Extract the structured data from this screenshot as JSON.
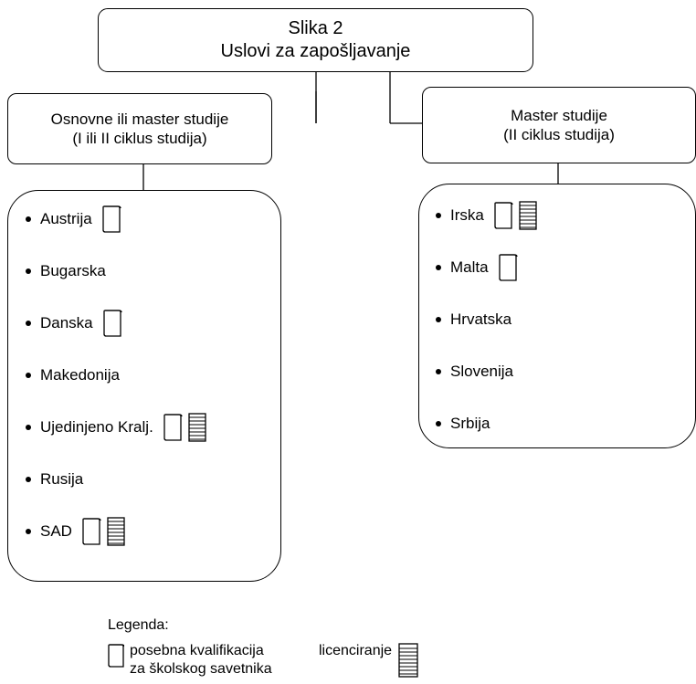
{
  "diagram": {
    "title_line1": "Slika 2",
    "title_line2": "Uslovi za zapošljavanje",
    "left_branch": {
      "line1": "Osnovne ili master studije",
      "line2": "(I ili II ciklus studija)",
      "items": [
        {
          "label": "Austrija",
          "icons": [
            "qualification-icon"
          ]
        },
        {
          "label": "Bugarska",
          "icons": []
        },
        {
          "label": "Danska",
          "icons": [
            "qualification-icon"
          ]
        },
        {
          "label": "Makedonija",
          "icons": []
        },
        {
          "label": "Ujedinjeno Kralj.",
          "icons": [
            "qualification-icon",
            "license-icon"
          ]
        },
        {
          "label": "Rusija",
          "icons": []
        },
        {
          "label": "SAD",
          "icons": [
            "qualification-icon",
            "license-icon"
          ]
        }
      ]
    },
    "right_branch": {
      "line1": "Master studije",
      "line2": "(II ciklus studija)",
      "items": [
        {
          "label": "Irska",
          "icons": [
            "qualification-icon",
            "license-icon"
          ]
        },
        {
          "label": "Malta",
          "icons": [
            "qualification-icon"
          ]
        },
        {
          "label": "Hrvatska",
          "icons": []
        },
        {
          "label": "Slovenija",
          "icons": []
        },
        {
          "label": "Srbija",
          "icons": []
        }
      ]
    },
    "legend": {
      "title": "Legenda:",
      "qualification_line1": "posebna kvalifikacija",
      "qualification_line2": "za školskog savetnika",
      "licensing": "licenciranje"
    }
  }
}
